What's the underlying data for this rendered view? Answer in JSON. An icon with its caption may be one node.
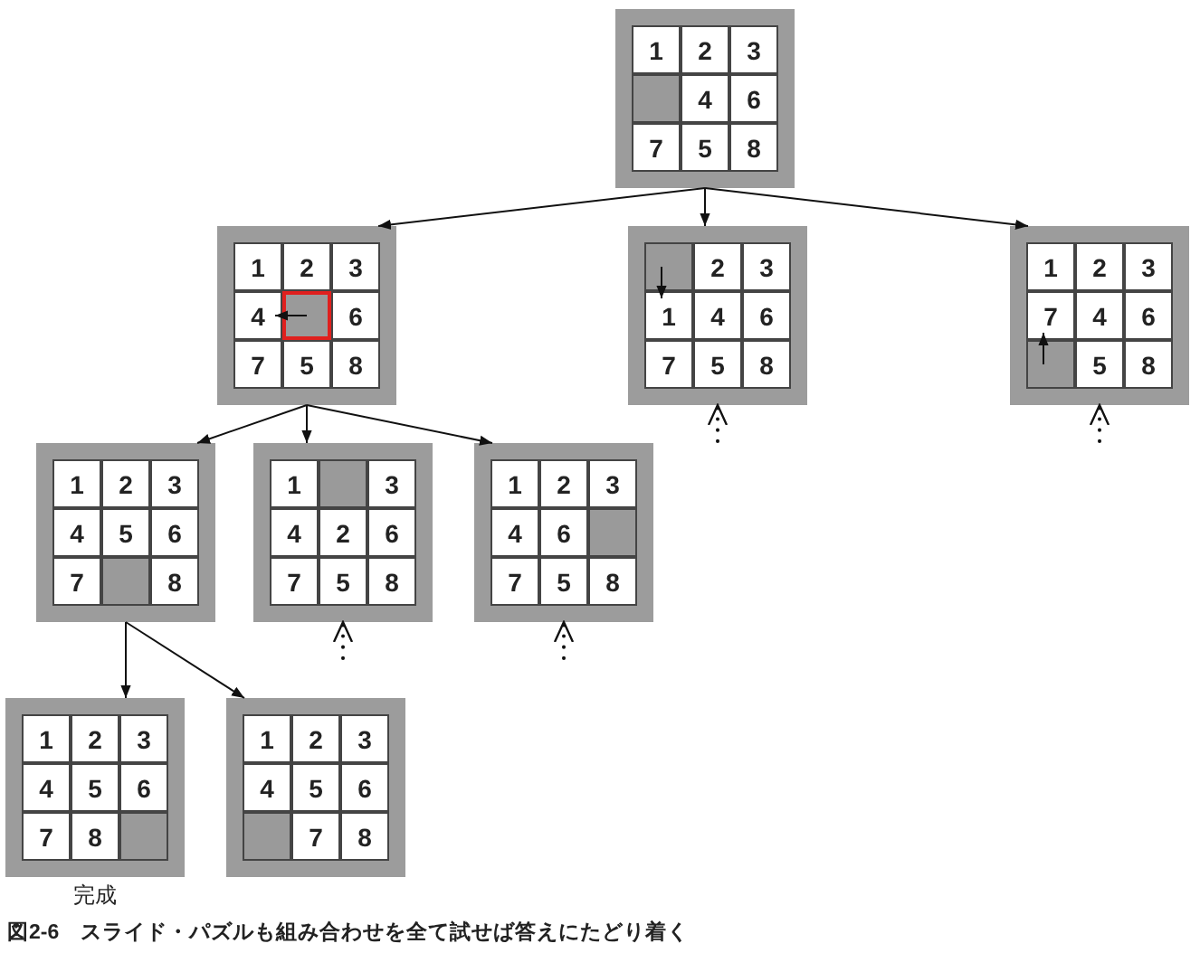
{
  "diagram": {
    "caption": "図2-6　スライド・パズルも組み合わせを全て試せば答えにたどり着く",
    "nodes": [
      {
        "text": [],
        "shape": "box"
      },
      {
        "text": [
          "1"
        ],
        "in": 0
      },
      {
        "text": [
          "2"
        ],
        "in": 0
      },
      {
        "text": [
          "3"
        ],
        "in": 0
      },
      {
        "text": [],
        "shape": "box",
        "in": 0
      },
      {
        "text": [
          "4"
        ],
        "in": 0
      },
      {
        "text": [
          "6"
        ],
        "in": 0
      },
      {
        "text": [
          "7"
        ],
        "in": 0
      },
      {
        "text": [
          "5"
        ],
        "in": 0
      },
      {
        "text": [
          "8"
        ],
        "in": 0
      },
      {
        "text": [],
        "shape": "box"
      },
      {
        "text": [
          "1"
        ],
        "in": 10
      },
      {
        "text": [
          "2"
        ],
        "in": 10
      },
      {
        "text": [
          "3"
        ],
        "in": 10
      },
      {
        "text": [
          "4"
        ],
        "in": 10
      },
      {
        "text": [],
        "shape": "box",
        "in": 10
      },
      {
        "text": [
          "6"
        ],
        "in": 10
      },
      {
        "text": [
          "7"
        ],
        "in": 10
      },
      {
        "text": [
          "5"
        ],
        "in": 10
      },
      {
        "text": [
          "8"
        ],
        "in": 10
      },
      {
        "text": [],
        "shape": "box"
      },
      {
        "text": [],
        "shape": "box",
        "in": 20
      },
      {
        "text": [
          "2"
        ],
        "in": 20
      },
      {
        "text": [
          "3"
        ],
        "in": 20
      },
      {
        "text": [
          "1"
        ],
        "in": 20
      },
      {
        "text": [
          "4"
        ],
        "in": 20
      },
      {
        "text": [
          "6"
        ],
        "in": 20
      },
      {
        "text": [
          "7"
        ],
        "in": 20
      },
      {
        "text": [
          "5"
        ],
        "in": 20
      },
      {
        "text": [
          "8"
        ],
        "in": 20
      },
      {
        "text": [],
        "shape": "box"
      },
      {
        "text": [
          "1"
        ],
        "in": 30
      },
      {
        "text": [
          "2"
        ],
        "in": 30
      },
      {
        "text": [
          "3"
        ],
        "in": 30
      },
      {
        "text": [
          "7"
        ],
        "in": 30
      },
      {
        "text": [
          "4"
        ],
        "in": 30
      },
      {
        "text": [
          "6"
        ],
        "in": 30
      },
      {
        "text": [],
        "shape": "box",
        "in": 30
      },
      {
        "text": [
          "5"
        ],
        "in": 30
      },
      {
        "text": [
          "8"
        ],
        "in": 30
      },
      {
        "text": [],
        "shape": "box"
      },
      {
        "text": [
          "1"
        ],
        "in": 40
      },
      {
        "text": [
          "2"
        ],
        "in": 40
      },
      {
        "text": [
          "3"
        ],
        "in": 40
      },
      {
        "text": [
          "4"
        ],
        "in": 40
      },
      {
        "text": [
          "5"
        ],
        "in": 40
      },
      {
        "text": [
          "6"
        ],
        "in": 40
      },
      {
        "text": [
          "7"
        ],
        "in": 40
      },
      {
        "text": [],
        "shape": "box",
        "in": 40
      },
      {
        "text": [
          "8"
        ],
        "in": 40
      },
      {
        "text": [],
        "shape": "box"
      },
      {
        "text": [
          "1"
        ],
        "in": 50
      },
      {
        "text": [],
        "shape": "box",
        "in": 50
      },
      {
        "text": [
          "3"
        ],
        "in": 50
      },
      {
        "text": [
          "4"
        ],
        "in": 50
      },
      {
        "text": [
          "2"
        ],
        "in": 50
      },
      {
        "text": [
          "6"
        ],
        "in": 50
      },
      {
        "text": [
          "7"
        ],
        "in": 50
      },
      {
        "text": [
          "5"
        ],
        "in": 50
      },
      {
        "text": [
          "8"
        ],
        "in": 50
      },
      {
        "text": [],
        "shape": "box"
      },
      {
        "text": [
          "1"
        ],
        "in": 60
      },
      {
        "text": [
          "2"
        ],
        "in": 60
      },
      {
        "text": [
          "3"
        ],
        "in": 60
      },
      {
        "text": [
          "4"
        ],
        "in": 60
      },
      {
        "text": [
          "6"
        ],
        "in": 60
      },
      {
        "text": [],
        "shape": "box",
        "in": 60
      },
      {
        "text": [
          "7"
        ],
        "in": 60
      },
      {
        "text": [
          "5"
        ],
        "in": 60
      },
      {
        "text": [
          "8"
        ],
        "in": 60
      },
      {
        "text": [],
        "shape": "box",
        "beside": [
          "完成"
        ]
      },
      {
        "text": [
          "1"
        ],
        "in": 70
      },
      {
        "text": [
          "2"
        ],
        "in": 70
      },
      {
        "text": [
          "3"
        ],
        "in": 70
      },
      {
        "text": [
          "4"
        ],
        "in": 70
      },
      {
        "text": [
          "5"
        ],
        "in": 70
      },
      {
        "text": [
          "6"
        ],
        "in": 70
      },
      {
        "text": [
          "7"
        ],
        "in": 70
      },
      {
        "text": [
          "8"
        ],
        "in": 70
      },
      {
        "text": [],
        "shape": "box",
        "in": 70
      },
      {
        "text": [],
        "shape": "box"
      },
      {
        "text": [
          "1"
        ],
        "in": 80
      },
      {
        "text": [
          "2"
        ],
        "in": 80
      },
      {
        "text": [
          "3"
        ],
        "in": 80
      },
      {
        "text": [
          "4"
        ],
        "in": 80
      },
      {
        "text": [
          "5"
        ],
        "in": 80
      },
      {
        "text": [
          "6"
        ],
        "in": 80
      },
      {
        "text": [],
        "shape": "box",
        "in": 80
      },
      {
        "text": [
          "7"
        ],
        "in": 80
      },
      {
        "text": [
          "8"
        ],
        "in": 80
      }
    ],
    "edges": [
      {
        "from": 0,
        "to": 10,
        "arrow": "to"
      },
      {
        "from": 0,
        "to": 20,
        "arrow": "to"
      },
      {
        "from": 0,
        "to": 30,
        "arrow": "to"
      },
      {
        "from": 15,
        "to": 14,
        "arrow": "to"
      },
      {
        "from": 21,
        "to": 24,
        "arrow": "to"
      },
      {
        "from": 37,
        "to": 34,
        "arrow": "to"
      },
      {
        "from": null,
        "to": 20,
        "arrow": "to",
        "style": "dashed"
      },
      {
        "from": null,
        "to": 30,
        "arrow": "to",
        "style": "dashed"
      },
      {
        "from": 10,
        "to": 40,
        "arrow": "to"
      },
      {
        "from": 10,
        "to": 50,
        "arrow": "to"
      },
      {
        "from": 10,
        "to": 60,
        "arrow": "to"
      },
      {
        "from": null,
        "to": 50,
        "arrow": "to",
        "style": "dashed"
      },
      {
        "from": null,
        "to": 60,
        "arrow": "to",
        "style": "dashed"
      },
      {
        "from": 40,
        "to": 70,
        "arrow": "to"
      },
      {
        "from": 40,
        "to": 80,
        "arrow": "to"
      }
    ]
  }
}
